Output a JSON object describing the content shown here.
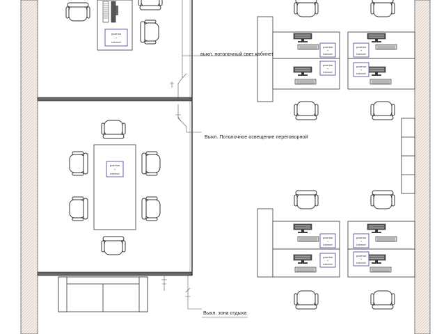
{
  "labels": {
    "office_light": "выкл. потолочный свет кабинет",
    "meeting_light": "Выкл. Потолочное освещение переговорной",
    "rest_zone": "Выкл. зона отдыха"
  },
  "socket": {
    "line1": "розетки",
    "line2": "+",
    "line3": "internet"
  },
  "colors": {
    "wall_hatch": "#f4ece4",
    "wall_line": "#555555",
    "partition": "#333333",
    "socket_border": "#3a3aa0"
  }
}
